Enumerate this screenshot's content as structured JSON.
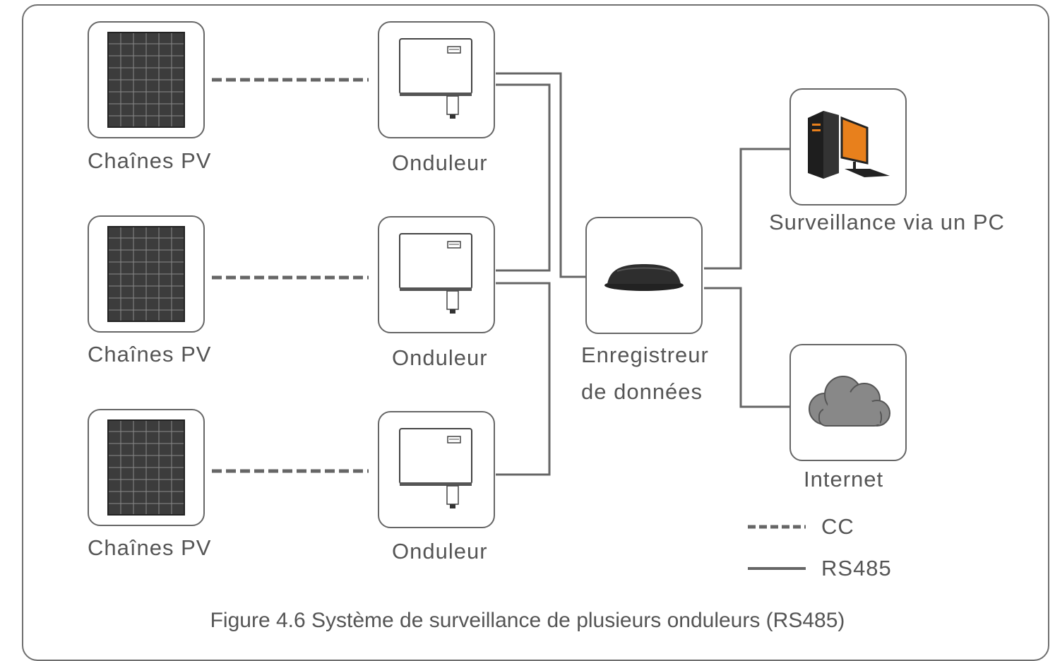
{
  "pv_label": "Chaînes PV",
  "inverter_label": "Onduleur",
  "logger_label_line1": "Enregistreur",
  "logger_label_line2": "de données",
  "pc_label": "Surveillance via un PC",
  "internet_label": "Internet",
  "legend": {
    "dc": "CC",
    "rs485": "RS485"
  },
  "caption": "Figure 4.6 Système de surveillance de plusieurs onduleurs (RS485)",
  "colors": {
    "line": "#666666",
    "text": "#555555",
    "panel": "#3c3c3c",
    "pc_orange": "#e8801c",
    "cloud": "#888888"
  }
}
